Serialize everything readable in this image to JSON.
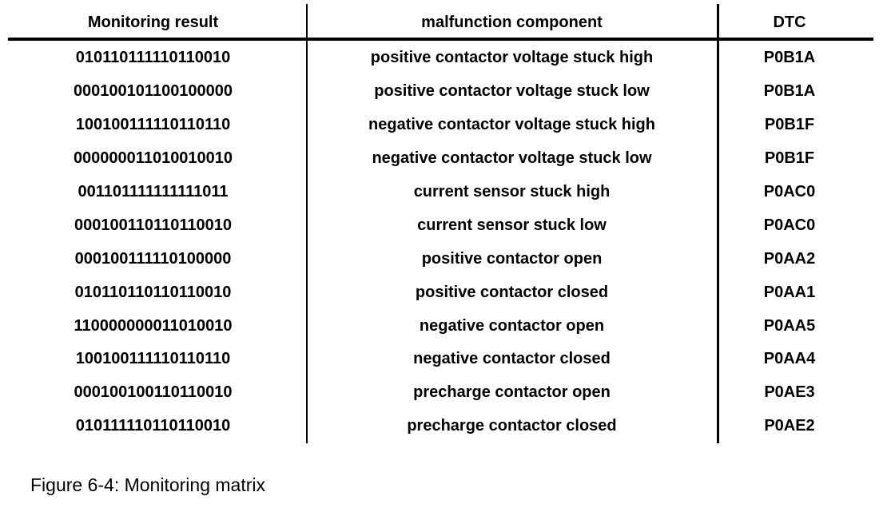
{
  "table": {
    "headers": {
      "monitoring_result": "Monitoring result",
      "malfunction_component": "malfunction component",
      "dtc": "DTC"
    },
    "rows": [
      {
        "monitoring_result": "010110111110110010",
        "malfunction_component": "positive contactor voltage stuck high",
        "dtc": "P0B1A"
      },
      {
        "monitoring_result": "000100101100100000",
        "malfunction_component": "positive contactor voltage stuck low",
        "dtc": "P0B1A"
      },
      {
        "monitoring_result": "100100111110110110",
        "malfunction_component": "negative contactor voltage stuck high",
        "dtc": "P0B1F"
      },
      {
        "monitoring_result": "000000011010010010",
        "malfunction_component": "negative contactor voltage stuck low",
        "dtc": "P0B1F"
      },
      {
        "monitoring_result": "001101111111111011",
        "malfunction_component": "current sensor stuck high",
        "dtc": "P0AC0"
      },
      {
        "monitoring_result": "000100110110110010",
        "malfunction_component": "current sensor stuck low",
        "dtc": "P0AC0"
      },
      {
        "monitoring_result": "000100111110100000",
        "malfunction_component": "positive contactor open",
        "dtc": "P0AA2"
      },
      {
        "monitoring_result": "010110110110110010",
        "malfunction_component": "positive contactor closed",
        "dtc": "P0AA1"
      },
      {
        "monitoring_result": "110000000011010010",
        "malfunction_component": "negative contactor open",
        "dtc": "P0AA5"
      },
      {
        "monitoring_result": "100100111110110110",
        "malfunction_component": "negative contactor closed",
        "dtc": "P0AA4"
      },
      {
        "monitoring_result": "000100100110110010",
        "malfunction_component": "precharge contactor open",
        "dtc": "P0AE3"
      },
      {
        "monitoring_result": "010111110110110010",
        "malfunction_component": "precharge contactor closed",
        "dtc": "P0AE2"
      }
    ]
  },
  "caption": "Figure 6-4: Monitoring matrix",
  "colors": {
    "text": "#000000",
    "background": "#ffffff",
    "rule": "#000000"
  }
}
